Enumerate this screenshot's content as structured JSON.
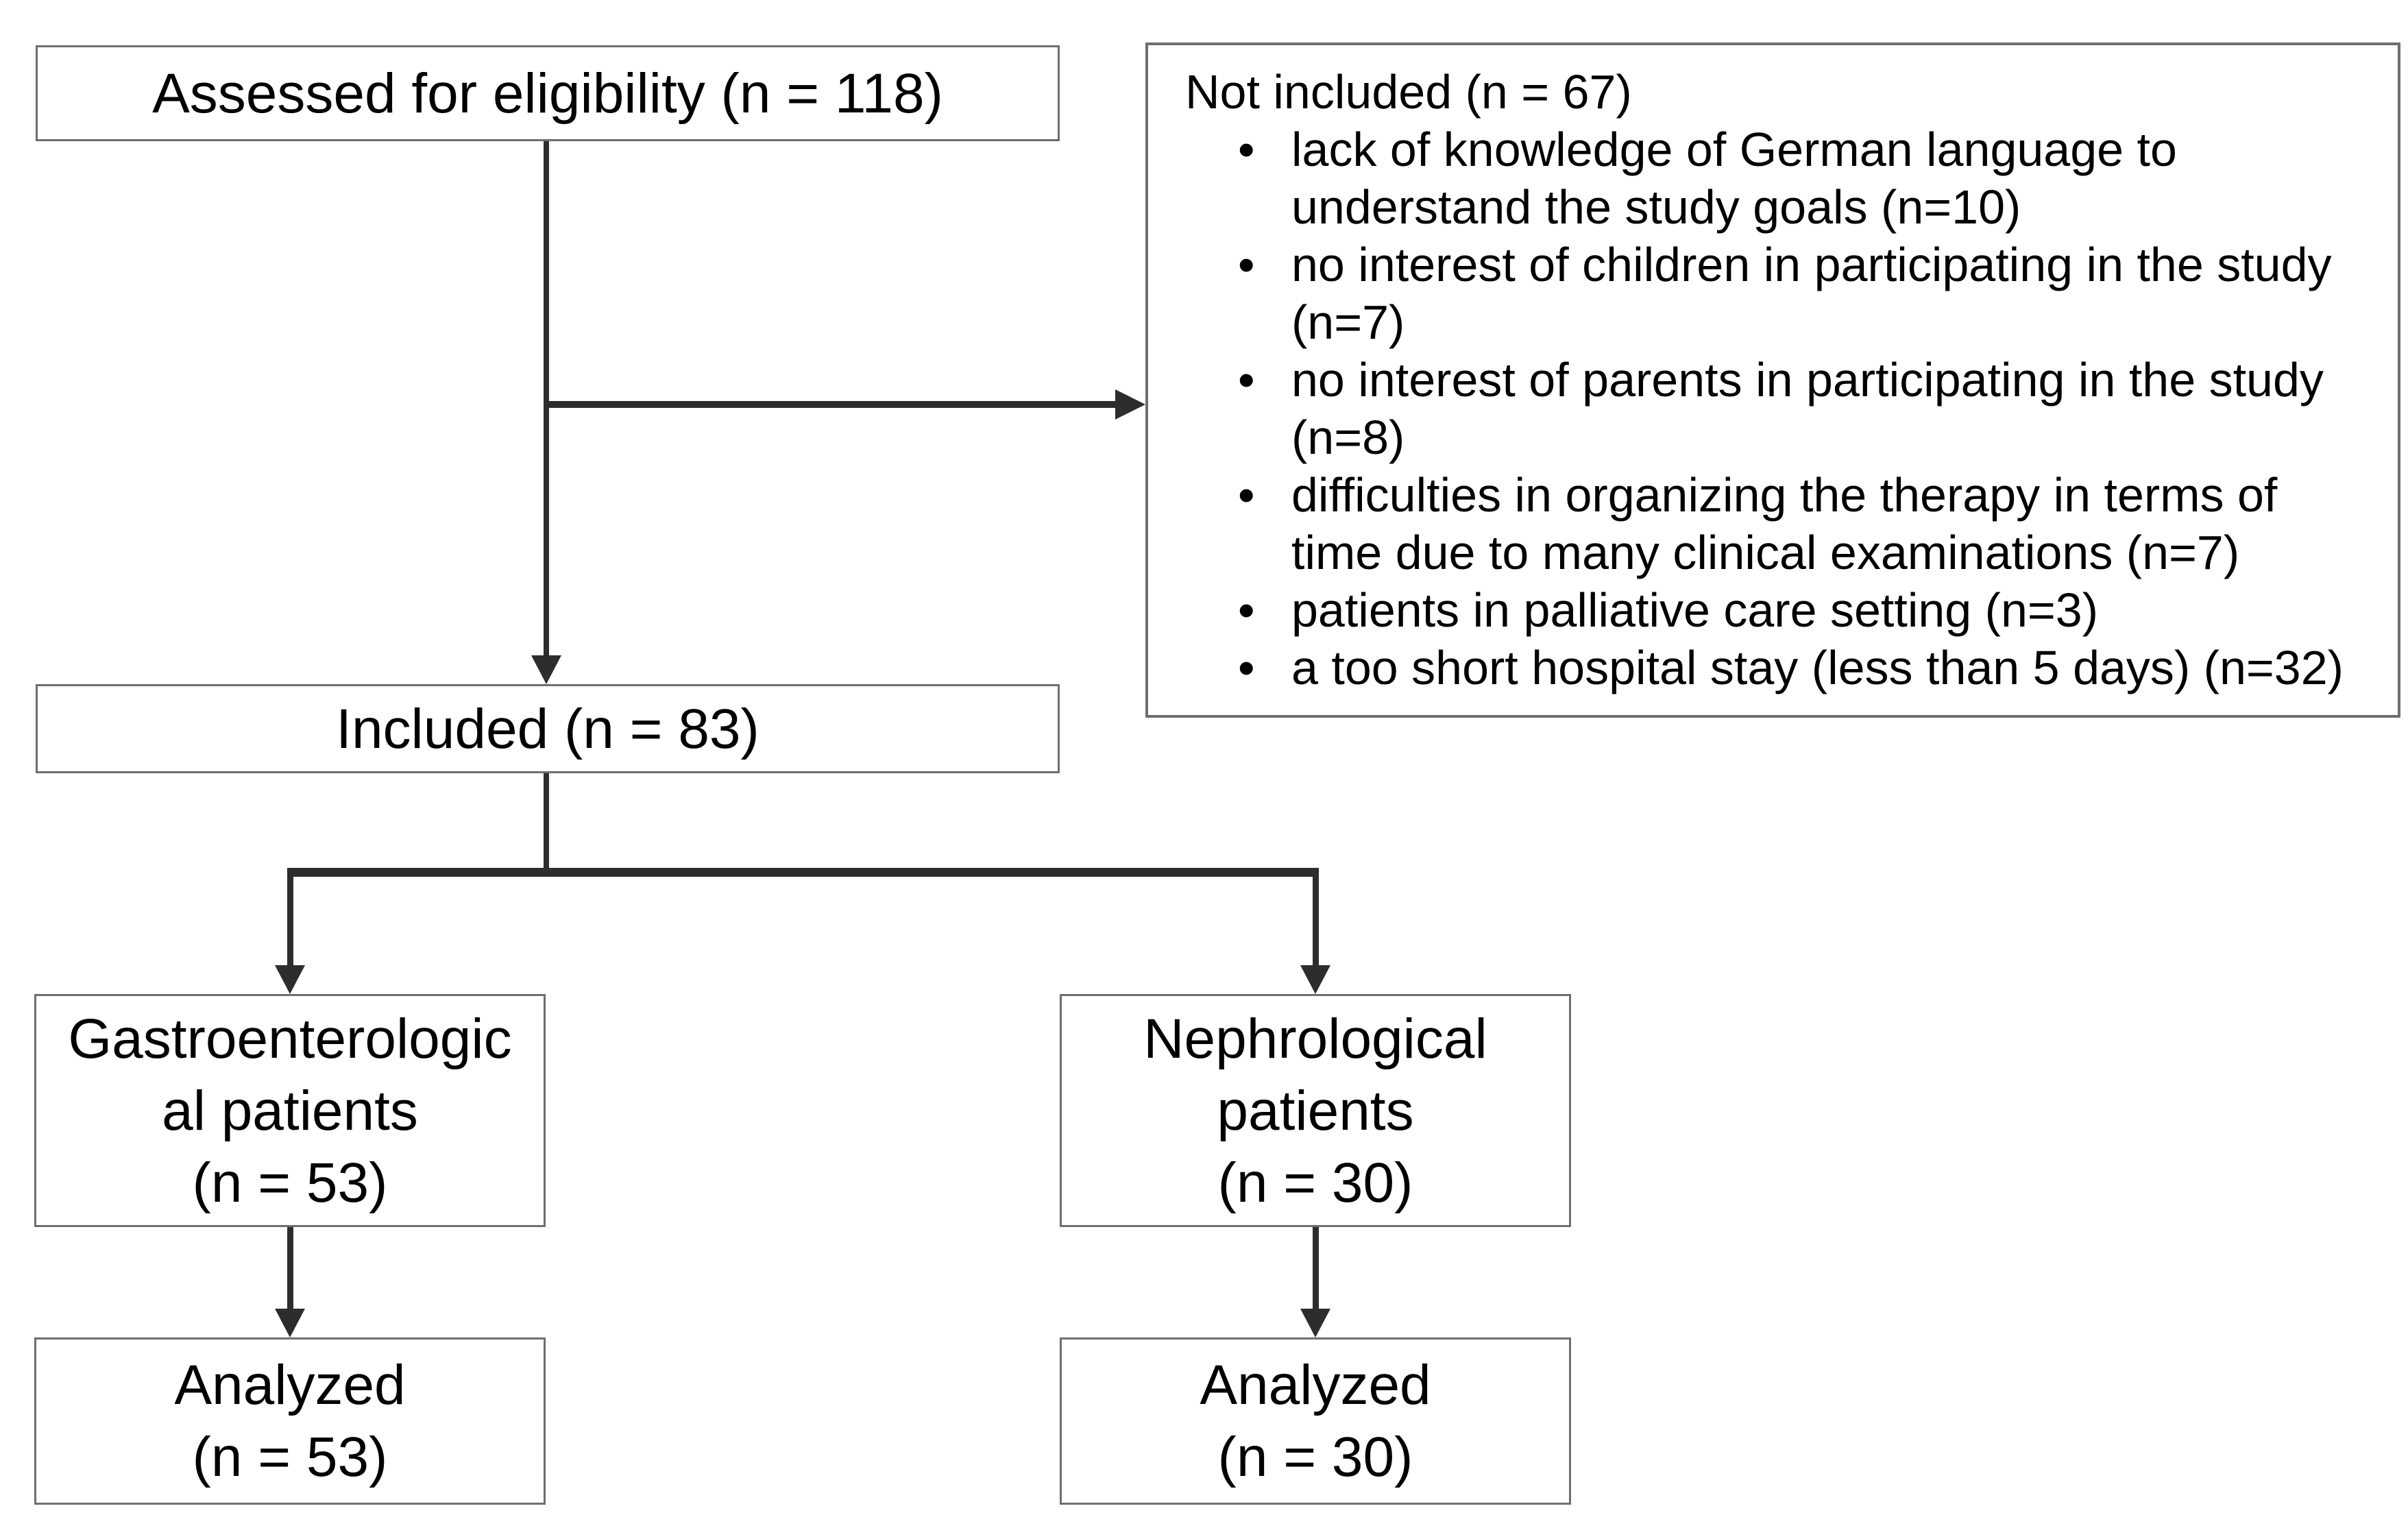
{
  "flowchart": {
    "title_hint": "Study enrollment flow diagram",
    "colors": {
      "background": "#ffffff",
      "box_border": "#6e6e6e",
      "arrow_line": "#2d2d2d",
      "text": "#000000"
    },
    "boxes": {
      "assessed": {
        "label": "Assessed for eligibility (n = 118)"
      },
      "not_included": {
        "title": "Not included (n = 67)",
        "reasons": [
          "lack of knowledge of German language to understand the study goals (n=10)",
          "no interest of children in participating in the study (n=7)",
          "no interest of parents in participating in the study (n=8)",
          "difficulties in organizing the therapy in terms of time due to many clinical examinations (n=7)",
          "patients in palliative care setting (n=3)",
          "a too short hospital stay (less than 5 days) (n=32)"
        ]
      },
      "included": {
        "label": "Included (n = 83)"
      },
      "gastro": {
        "lines": [
          "Gastroenterologic",
          "al patients",
          "(n = 53)"
        ]
      },
      "nephro": {
        "lines": [
          "Nephrological",
          "patients",
          "(n = 30)"
        ]
      },
      "analyzed_gastro": {
        "lines": [
          "Analyzed",
          "(n = 53)"
        ]
      },
      "analyzed_nephro": {
        "lines": [
          "Analyzed",
          "(n = 30)"
        ]
      }
    },
    "edges": [
      {
        "from": "assessed",
        "to": "included",
        "type": "arrow"
      },
      {
        "from": "assessed",
        "to": "not_included",
        "type": "arrow"
      },
      {
        "from": "included",
        "to": "gastro",
        "type": "arrow"
      },
      {
        "from": "included",
        "to": "nephro",
        "type": "arrow"
      },
      {
        "from": "gastro",
        "to": "analyzed_gastro",
        "type": "arrow"
      },
      {
        "from": "nephro",
        "to": "analyzed_nephro",
        "type": "arrow"
      }
    ]
  }
}
